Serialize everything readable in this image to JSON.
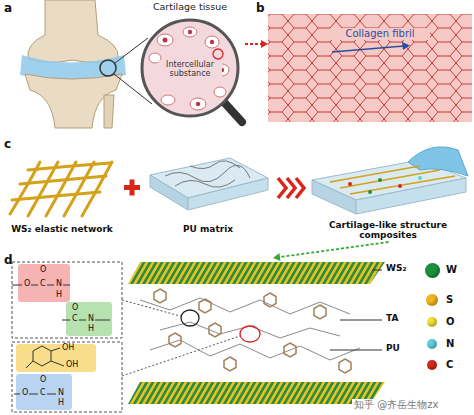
{
  "diagram": {
    "nodes": [
      {
        "text": [
          "Cartilage tissue",
          "Intercellular substance"
        ]
      },
      {
        "text": [
          "Collagen fibril"
        ]
      },
      {
        "text": [
          "WS₂ elastic network"
        ]
      },
      {
        "text": [
          "PU matrix"
        ]
      },
      {
        "text": [
          "Cartilage-like structure composites"
        ]
      },
      {
        "text": [
          "WS₂",
          "TA",
          "PU"
        ]
      }
    ],
    "edges": [
      {
        "from": 0,
        "to": 1,
        "arrow": "to"
      },
      {
        "from": 4,
        "to": 5,
        "arrow": "to"
      }
    ],
    "labels": [
      "a",
      "b",
      "c",
      "d",
      "O",
      "O",
      "C",
      "N",
      "H",
      "O",
      "C",
      "N",
      "H",
      "OH",
      "OH",
      "O",
      "O",
      "C",
      "N",
      "H",
      "知乎 @齐岳生物zx"
    ],
    "legend": [
      {
        "text": "W",
        "color": "#1a8f3c"
      },
      {
        "text": "S",
        "color": "#f2b51c"
      },
      {
        "text": "O",
        "color": "#f0e234"
      },
      {
        "text": "N",
        "color": "#5fd0d8"
      },
      {
        "text": "C",
        "color": "#d9261c"
      }
    ]
  }
}
